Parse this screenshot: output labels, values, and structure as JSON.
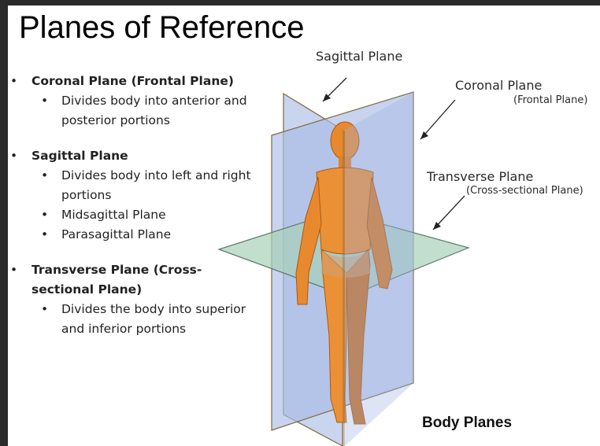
{
  "title": "Planes of Reference",
  "bullets": [
    {
      "heading": "Coronal Plane (Frontal Plane)",
      "subs": [
        "Divides body into anterior and posterior portions"
      ]
    },
    {
      "heading": "Sagittal Plane",
      "subs": [
        "Divides body into left and right portions",
        "Midsagittal Plane",
        "Parasagittal Plane"
      ]
    },
    {
      "heading": "Transverse Plane (Cross-sectional Plane)",
      "subs": [
        "Divides the body into superior and inferior portions"
      ]
    }
  ],
  "diagram": {
    "sagittal_label": "Sagittal Plane",
    "coronal_label": "Coronal Plane",
    "coronal_sub": "(Frontal Plane)",
    "transverse_label": "Transverse Plane",
    "transverse_sub": "(Cross-sectional Plane)",
    "caption": "Body Planes"
  },
  "colors": {
    "plane_fill": "#aebfe4",
    "plane_edge": "#7f6a3f",
    "transverse_fill": "#a9cdb8",
    "body_skin": "#e8892e",
    "body_shadow": "#b86514"
  }
}
